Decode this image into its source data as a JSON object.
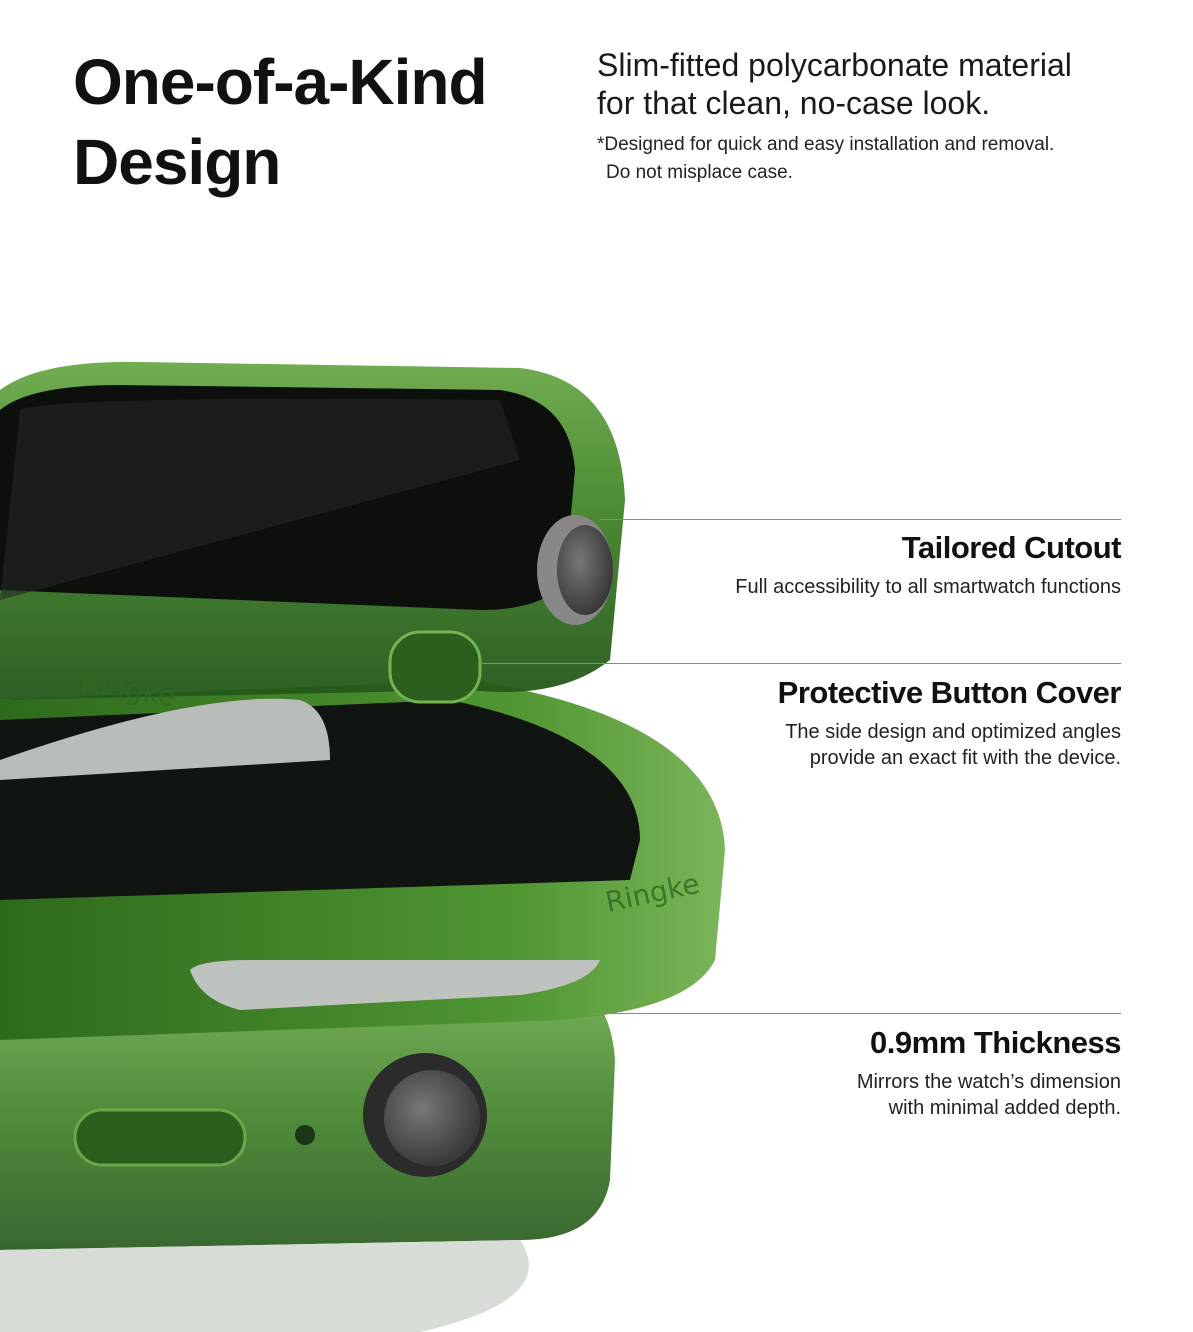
{
  "header": {
    "title_line1": "One-of-a-Kind",
    "title_line2": "Design",
    "subtitle_line1": "Slim-fitted polycarbonate material",
    "subtitle_line2": "for that clean, no-case look.",
    "note_line1": "*Designed for quick and easy installation and removal.",
    "note_line2": "Do not misplace case."
  },
  "features": [
    {
      "title": "Tailored Cutout",
      "desc_line1": "Full accessibility to all smartwatch functions",
      "desc_line2": ""
    },
    {
      "title": "Protective Button Cover",
      "desc_line1": "The side design and optimized angles",
      "desc_line2": "provide an exact fit with the device."
    },
    {
      "title": "0.9mm Thickness",
      "desc_line1": "Mirrors the watch’s dimension",
      "desc_line2": "with minimal added depth."
    }
  ],
  "product": {
    "brand_mark": "Ringke",
    "case_color": "#3f8a2a",
    "screen_color": "#0d0f0d"
  }
}
